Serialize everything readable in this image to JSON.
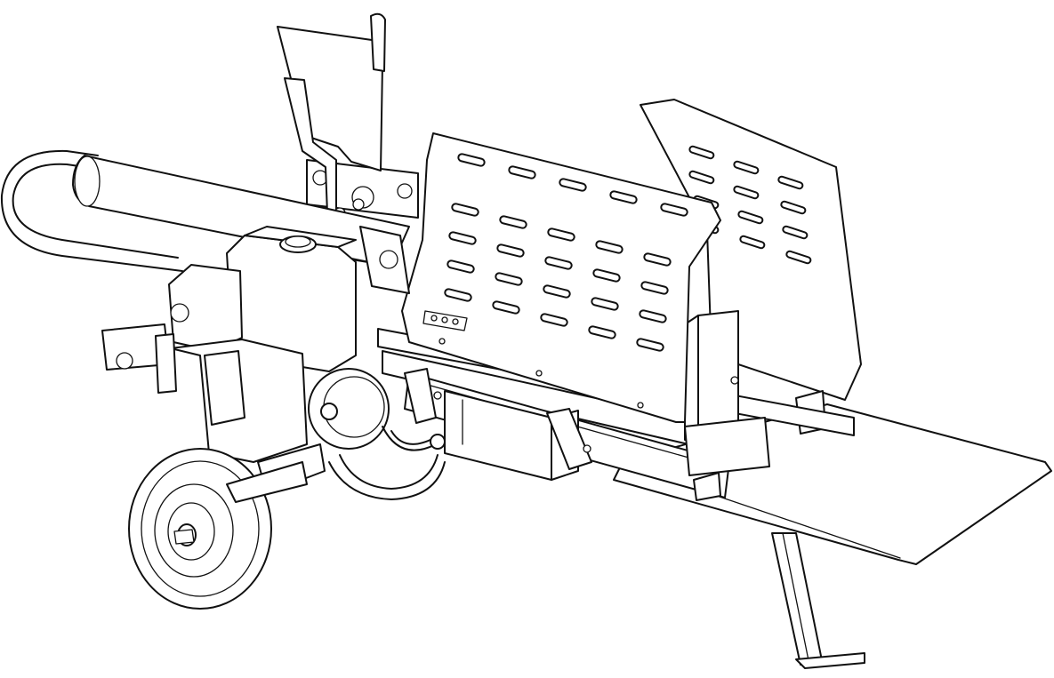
{
  "figure": {
    "subject": "log-splitter-line-drawing",
    "style": "black line art on white",
    "colors": {
      "line": "#111111",
      "background": "#ffffff"
    },
    "parts": [
      "control-handle",
      "handle-guard-plate",
      "hydraulic-cylinder",
      "tow-handle",
      "engine",
      "fuel-cap",
      "recoil-starter",
      "hydraulic-pump",
      "transport-wheel",
      "guard-plate-front",
      "guard-plate-rear",
      "splitting-wedge",
      "log-tray",
      "support-leg",
      "hydraulic-tank-frame"
    ]
  }
}
